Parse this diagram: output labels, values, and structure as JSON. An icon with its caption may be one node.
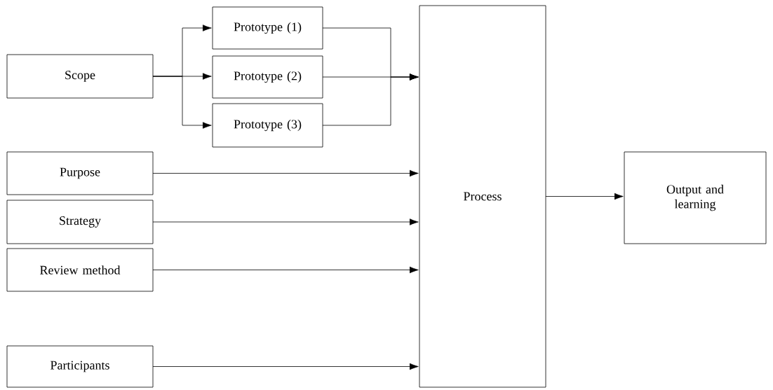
{
  "diagram": {
    "nodes": [
      {
        "text": [
          "Scope"
        ]
      },
      {
        "text": [
          "Prototype (1)"
        ]
      },
      {
        "text": [
          "Prototype (2)"
        ]
      },
      {
        "text": [
          "Prototype (3)"
        ]
      },
      {
        "text": [
          "Purpose"
        ]
      },
      {
        "text": [
          "Strategy"
        ]
      },
      {
        "text": [
          "Review method"
        ]
      },
      {
        "text": [
          "Participants"
        ]
      },
      {
        "text": [
          "Process"
        ]
      },
      {
        "text": [
          "Output and learning"
        ]
      }
    ],
    "edges": [
      {
        "from": 0,
        "to": 1,
        "arrow": "to"
      },
      {
        "from": 0,
        "to": 2,
        "arrow": "to"
      },
      {
        "from": 0,
        "to": 3,
        "arrow": "to"
      },
      {
        "from": 1,
        "to": 8,
        "arrow": "to"
      },
      {
        "from": 2,
        "to": 8,
        "arrow": "to"
      },
      {
        "from": 3,
        "to": 8,
        "arrow": "to"
      },
      {
        "from": 4,
        "to": 8,
        "arrow": "to"
      },
      {
        "from": 5,
        "to": 8,
        "arrow": "to"
      },
      {
        "from": 6,
        "to": 8,
        "arrow": "to"
      },
      {
        "from": 7,
        "to": 8,
        "arrow": "to"
      },
      {
        "from": 8,
        "to": 9,
        "arrow": "to"
      }
    ]
  }
}
